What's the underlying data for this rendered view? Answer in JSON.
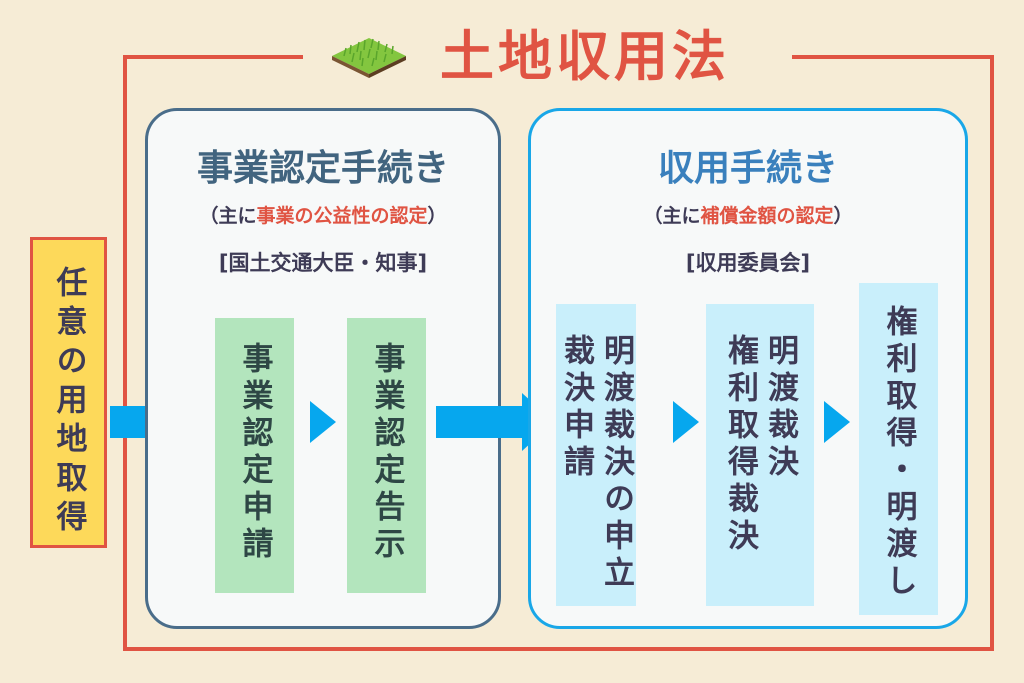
{
  "title": "土地収用法",
  "icons": {
    "title_icon": "grass-tile-icon"
  },
  "colors": {
    "accent_red": "#e05443",
    "background": "#f6ecd6",
    "arrow_blue": "#06a7ee",
    "left_panel_border": "#4a6d8a",
    "right_panel_border": "#19a7e8",
    "green_card": "#b3e5bd",
    "blue_card": "#c9effb",
    "yellow_box": "#fdd95a"
  },
  "start": {
    "label": "任意の用地取得"
  },
  "panels": [
    {
      "title": "事業認定手続き",
      "subtitle_prefix": "（主に",
      "subtitle_highlight": "事業の公益性の認定",
      "subtitle_suffix": "）",
      "authority": "[国土交通大臣・知事]",
      "steps": [
        {
          "lines": [
            "事業認定申請"
          ]
        },
        {
          "lines": [
            "事業認定告示"
          ]
        }
      ]
    },
    {
      "title": "収用手続き",
      "subtitle_prefix": "（主に",
      "subtitle_highlight": "補償金額の認定",
      "subtitle_suffix": "）",
      "authority": "[収用委員会]",
      "steps": [
        {
          "lines": [
            "明渡裁決の申立",
            "裁決申請"
          ]
        },
        {
          "lines": [
            "明渡裁決",
            "権利取得裁決"
          ]
        },
        {
          "lines": [
            "権利取得・明渡し"
          ]
        }
      ]
    }
  ]
}
